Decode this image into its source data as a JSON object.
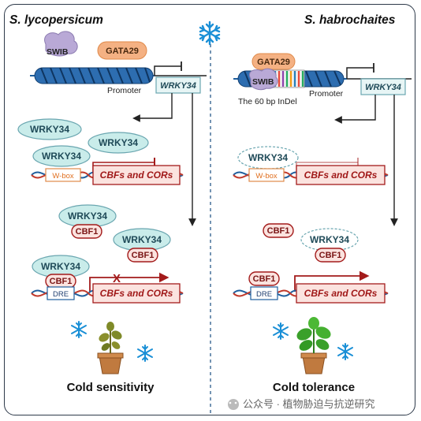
{
  "left": {
    "title": "S. lycopersicum",
    "swib": "SWIB",
    "gata29": "GATA29",
    "promoter": "Promoter",
    "wrky34": "WRKY34",
    "wbox": "W-box",
    "cbfs_cors": "CBFs and CORs",
    "cbf1": "CBF1",
    "dre": "DRE",
    "blocked_mark": "X",
    "outcome": "Cold sensitivity"
  },
  "right": {
    "title": "S. habrochaites",
    "swib": "SWIB",
    "gata29": "GATA29",
    "indel": "The 60 bp InDel",
    "promoter": "Promoter",
    "wrky34": "WRKY34",
    "wbox": "W-box",
    "cbfs_cors": "CBFs and CORs",
    "cbf1": "CBF1",
    "dre": "DRE",
    "outcome": "Cold tolerance"
  },
  "watermark": "公众号 · 植物胁迫与抗逆研究",
  "colors": {
    "dna_blue": "#1f5f9e",
    "dna_red": "#c0392b",
    "wrky_fill": "#c9ecea",
    "wrky_stroke": "#6aa6b0",
    "cbf_red": "#a31b1b",
    "gene_fill": "#fbe3df",
    "gata_orange": "#f4b183",
    "swib_purple": "#b9a9d6",
    "snowflake": "#1a8fd6",
    "plant_green_sick": "#8a8f2c",
    "plant_green_healthy": "#3aa02a",
    "pot": "#c07a3f"
  }
}
